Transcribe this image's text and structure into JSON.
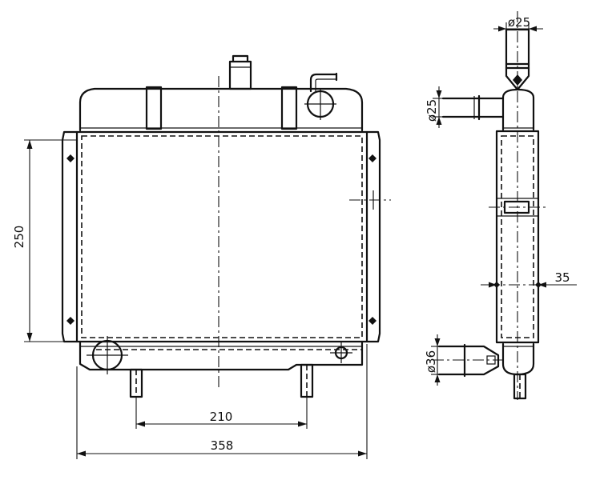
{
  "dimensions": {
    "core_height": "250",
    "outlet_spacing": "210",
    "overall_width": "358",
    "top_pipe_diameter": "ø25",
    "side_pipe_diameter": "ø25",
    "core_depth": "35",
    "bottom_pipe_diameter": "ø36"
  }
}
